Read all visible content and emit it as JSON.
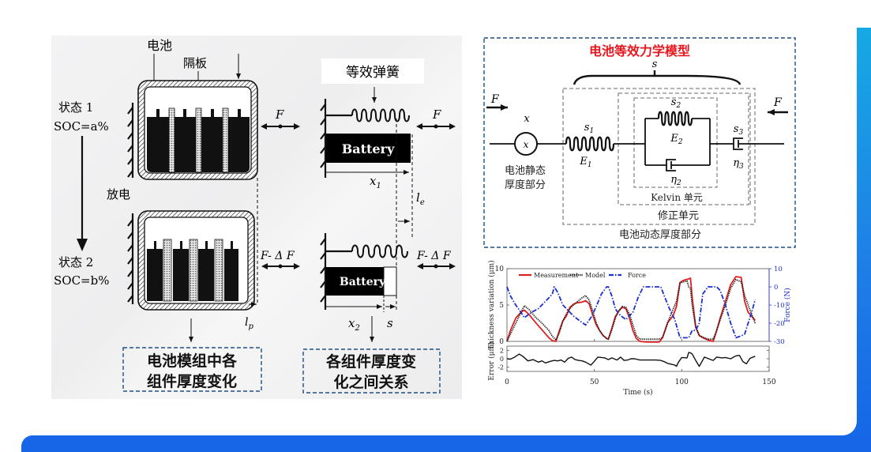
{
  "left_figure": {
    "battery_label": "电池",
    "separator_label": "隔板",
    "state1_line1": "状态 1",
    "state1_line2": "SOC=a%",
    "discharge_label": "放电",
    "state2_line1": "状态 2",
    "state2_line2": "SOC=b%",
    "lp_label": "l",
    "lp_sub": "p",
    "force_label": "F",
    "force_delta_label": "F- Δ F",
    "box1_line1": "电池模组中各",
    "box1_line2": "组件厚度变化"
  },
  "middle_figure": {
    "spring_label": "等效弹簧",
    "battery_text": "Battery",
    "force_label": "F",
    "force_delta_label": "F- Δ F",
    "x1_label": "x",
    "x1_sub": "1",
    "le_label": "l",
    "le_sub": "e",
    "x2_label": "x",
    "x2_sub": "2",
    "s_label": "s",
    "box2_line1": "各组件厚度变",
    "box2_line2": "化之间关系"
  },
  "model_figure": {
    "title": "电池等效力学模型",
    "title_color": "#e8161e",
    "s_label": "s",
    "force_left": "F",
    "force_right": "F",
    "x_top": "x",
    "x_circle": "x",
    "s1_label": "s",
    "s1_sub": "1",
    "e1_label": "E",
    "e1_sub": "1",
    "s2_label": "s",
    "s2_sub": "2",
    "e2_label": "E",
    "e2_sub": "2",
    "eta2_label": "η",
    "eta2_sub": "2",
    "s3_label": "s",
    "s3_sub": "3",
    "eta3_label": "η",
    "eta3_sub": "3",
    "static_line1": "电池静态",
    "static_line2": "厚度部分",
    "kelvin_label": "Kelvin 单元",
    "correction_label": "修正单元",
    "dynamic_label": "电池动态厚度部分"
  },
  "chart_data": {
    "type": "line",
    "title": "",
    "xlabel": "Time (s)",
    "ylabel": "Thickness variation (μm)",
    "y2label": "Force (N)",
    "error_ylabel": "Error (μm)",
    "xlim": [
      0,
      150
    ],
    "ylim": [
      0,
      10
    ],
    "y2lim": [
      -30,
      10
    ],
    "error_ylim": [
      -3,
      3
    ],
    "x_ticks": [
      "0",
      "50",
      "100",
      "150"
    ],
    "y_ticks": [
      "0",
      "5",
      "10"
    ],
    "y2_ticks": [
      "-30",
      "-20",
      "-10",
      "0",
      "10"
    ],
    "error_ticks": [
      "-2",
      "0",
      "2"
    ],
    "legend": [
      "Measurement",
      "Model",
      "Force"
    ],
    "legend_position": "top-left",
    "grid": false,
    "series": [
      {
        "name": "Measurement",
        "color": "#e0201e",
        "style": "solid",
        "x": [
          0,
          2,
          5,
          8,
          10,
          13,
          16,
          20,
          24,
          26,
          28,
          30,
          32,
          34,
          36,
          38,
          40,
          43,
          45,
          47,
          49,
          51,
          53,
          55,
          57,
          58,
          60,
          62,
          64,
          66,
          68,
          70,
          72,
          74,
          76,
          80,
          84,
          87,
          89,
          92,
          95,
          97,
          99,
          101,
          104,
          105,
          106,
          108,
          110,
          112,
          115,
          118,
          120,
          122,
          125,
          128,
          131,
          134,
          136,
          138,
          142
        ],
        "y": [
          0,
          1.5,
          3.2,
          4.0,
          4.3,
          3.6,
          2.7,
          1.6,
          0.5,
          0.1,
          0,
          1.5,
          2.8,
          3.5,
          4.7,
          5.1,
          5.3,
          5.4,
          5.6,
          5.2,
          3.7,
          2.3,
          1.5,
          0.8,
          0.4,
          0.3,
          1.8,
          3.4,
          4.2,
          4.7,
          4.5,
          3.3,
          1.5,
          0.4,
          0,
          -0.1,
          -0.1,
          -0.1,
          0.5,
          2.6,
          3.5,
          4.8,
          8.1,
          8.4,
          8.6,
          8.7,
          6.0,
          2.0,
          0.8,
          0.5,
          0.2,
          0,
          1.5,
          3.2,
          5.5,
          7.8,
          8.9,
          8.8,
          5.5,
          4.0,
          2.9
        ]
      },
      {
        "name": "Model",
        "color": "#111111",
        "style": "dotted",
        "x": [
          0,
          2,
          5,
          8,
          10,
          13,
          16,
          20,
          24,
          26,
          28,
          30,
          32,
          34,
          36,
          38,
          40,
          43,
          45,
          47,
          49,
          51,
          53,
          55,
          57,
          58,
          60,
          62,
          64,
          66,
          68,
          70,
          72,
          74,
          76,
          80,
          84,
          87,
          89,
          92,
          95,
          97,
          99,
          101,
          103,
          104,
          105,
          106,
          108,
          110,
          112,
          115,
          118,
          120,
          122,
          125,
          128,
          131,
          134,
          136,
          138,
          142
        ],
        "y": [
          0,
          1.0,
          2.5,
          4.0,
          4.9,
          4.3,
          3.4,
          2.5,
          1.5,
          0.7,
          0.2,
          1.2,
          2.8,
          3.8,
          4.5,
          5.0,
          5.4,
          6.0,
          6.3,
          5.7,
          4.2,
          2.6,
          1.5,
          0.8,
          0.4,
          0.3,
          1.6,
          3.2,
          4.2,
          4.8,
          4.7,
          3.8,
          2.3,
          0.8,
          0.3,
          0.3,
          0.3,
          0.3,
          0.5,
          2.6,
          4.4,
          5.5,
          8.0,
          8.2,
          8.3,
          7.5,
          7.3,
          4.9,
          2.0,
          0.8,
          0.6,
          0.3,
          0.3,
          1.5,
          3.0,
          5.0,
          7.3,
          8.5,
          8.2,
          6.3,
          5.0,
          2.5
        ]
      },
      {
        "name": "Force",
        "color": "#1c2fd0",
        "style": "dashdot",
        "axis": "y2",
        "x": [
          0,
          2,
          5,
          8,
          10,
          14,
          18,
          22,
          26,
          27,
          29,
          32,
          35,
          38,
          42,
          45,
          48,
          51,
          54,
          57,
          58,
          60,
          62,
          64,
          68,
          72,
          75,
          78,
          82,
          86,
          88,
          90,
          93,
          96,
          99,
          102,
          104,
          106,
          108,
          110,
          112,
          115,
          117,
          120,
          122,
          125,
          128,
          131,
          134,
          136,
          138,
          140,
          142
        ],
        "y": [
          0,
          -5,
          -10,
          -14,
          -17,
          -14,
          -12,
          -8,
          -4,
          0,
          -3,
          -10,
          -13,
          -16,
          -19,
          -21,
          -17,
          -11,
          -4,
          0,
          0,
          -5,
          -12,
          -15,
          -18,
          -14,
          -6,
          0,
          0,
          0,
          0,
          -5,
          -12,
          -18,
          -28,
          -28,
          -28,
          -24,
          -24,
          -20,
          -4,
          0,
          0,
          0,
          -2,
          -10,
          -20,
          -28,
          -27,
          -26,
          -20,
          -14,
          -7
        ]
      },
      {
        "name": "Error",
        "color": "#111111",
        "style": "solid",
        "axis": "error",
        "x": [
          0,
          2,
          4,
          7,
          9,
          12,
          15,
          18,
          20,
          22,
          25,
          27,
          29,
          31,
          33,
          35,
          37,
          39,
          41,
          43,
          45,
          48,
          50,
          52,
          54,
          56,
          58,
          60,
          63,
          65,
          67,
          69,
          71,
          73,
          76,
          80,
          85,
          88,
          90,
          92,
          94,
          96,
          97,
          98,
          100,
          103,
          104,
          105,
          106,
          108,
          110,
          113,
          116,
          118,
          120,
          123,
          125,
          128,
          131,
          133,
          135,
          137,
          139,
          142
        ],
        "y": [
          0,
          -0.1,
          0.3,
          1.1,
          0.6,
          -0.5,
          -0.2,
          -0.8,
          -0.5,
          -1.0,
          -0.6,
          -0.4,
          -0.5,
          -0.3,
          -0.8,
          0.1,
          0.4,
          -0.2,
          -0.4,
          -0.5,
          -0.8,
          -1.5,
          -0.6,
          0.4,
          0.3,
          0.2,
          -0.2,
          0.2,
          -0.3,
          0.4,
          -0.4,
          -0.3,
          0.0,
          0.0,
          -0.3,
          -0.3,
          -0.3,
          -0.4,
          -0.7,
          -1.1,
          -1.3,
          -1.5,
          -1.8,
          -0.9,
          0.3,
          0.2,
          1.5,
          1.4,
          1.1,
          -0.4,
          -1.8,
          0.4,
          -0.1,
          -0.4,
          0.4,
          0.2,
          0.3,
          0.0,
          0.7,
          0.8,
          -0.7,
          -1.2,
          0.1,
          0.6
        ]
      }
    ]
  }
}
